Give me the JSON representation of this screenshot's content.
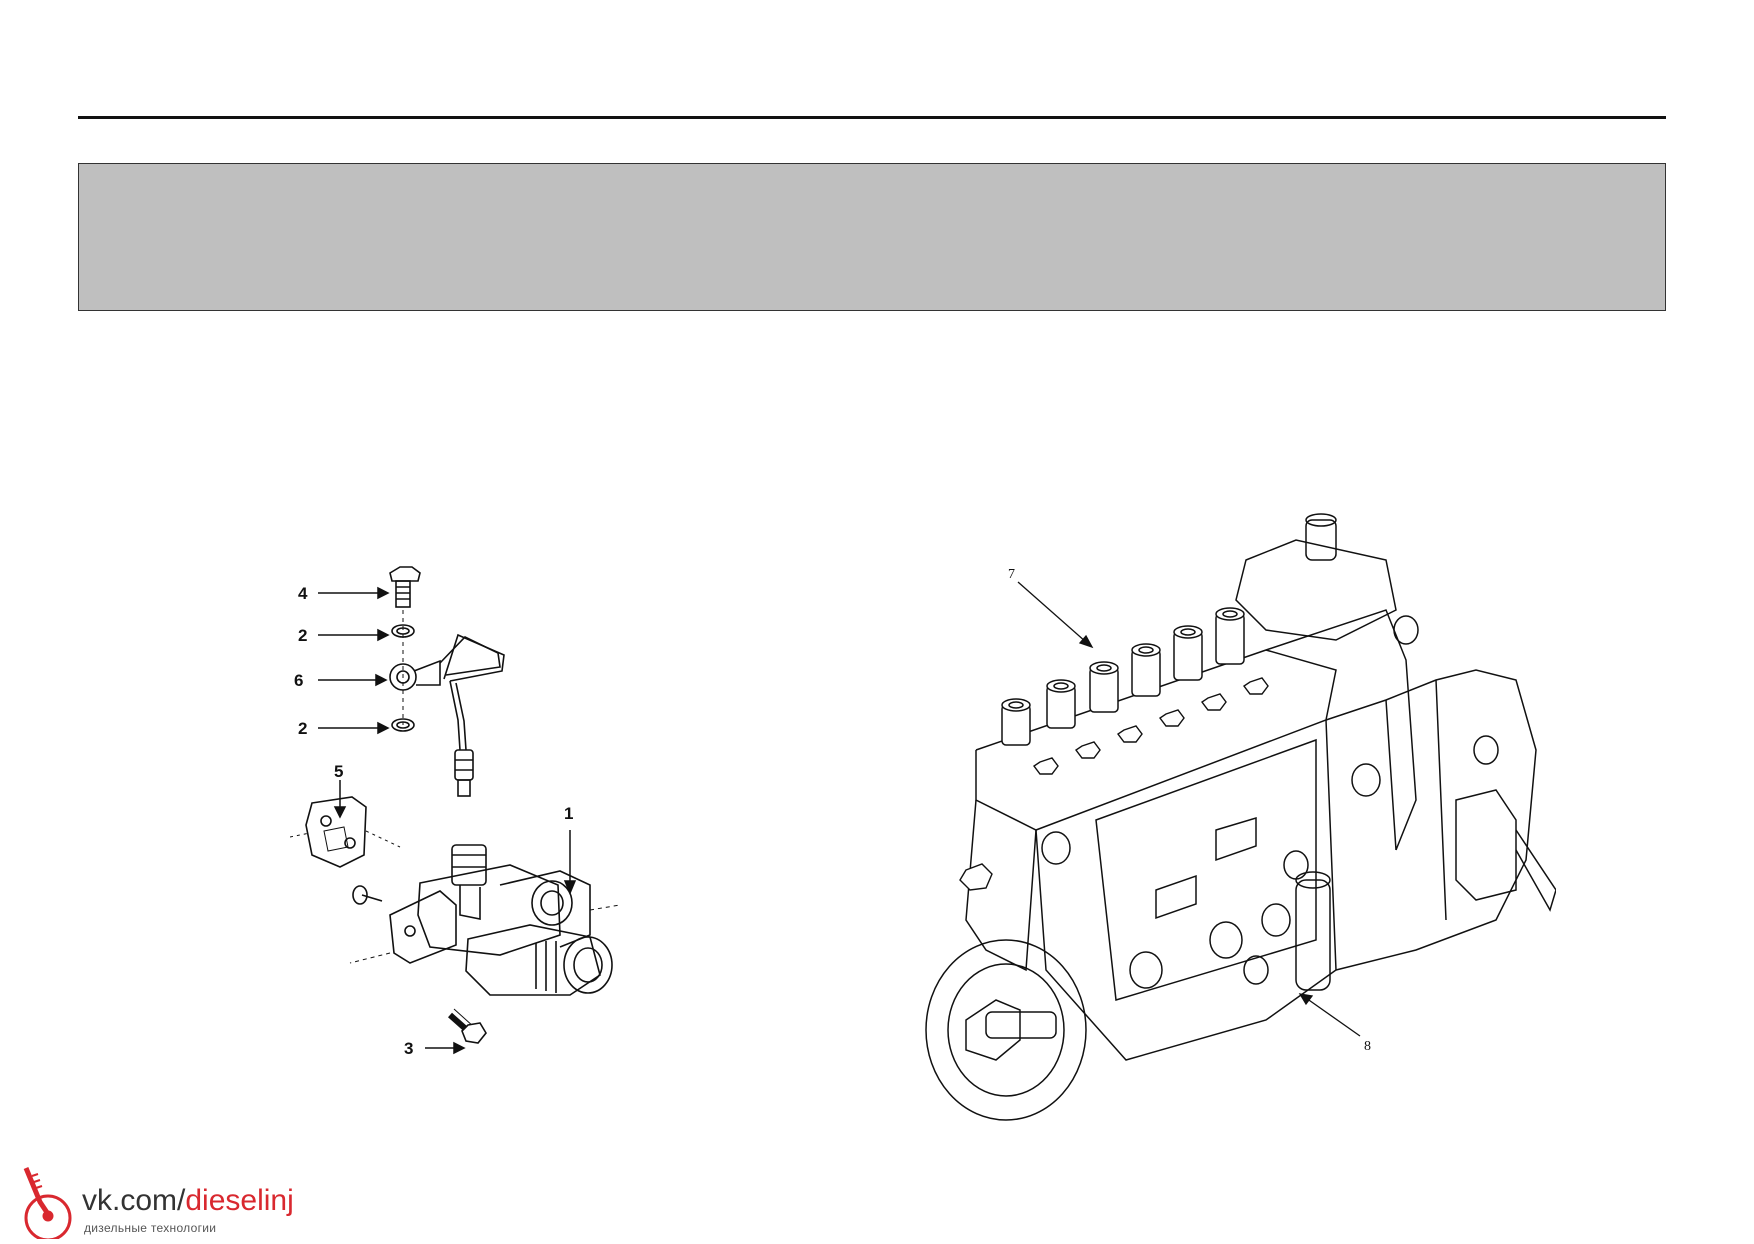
{
  "left_figure": {
    "callouts": [
      "4",
      "2",
      "6",
      "2",
      "5",
      "1",
      "3"
    ]
  },
  "right_figure": {
    "callouts": [
      "7",
      "8"
    ]
  },
  "watermark": {
    "domain_prefix": "vk.com/",
    "domain_accent": "dieselinj",
    "tagline": "дизельные технологии",
    "accent_color": "#d9282f"
  }
}
